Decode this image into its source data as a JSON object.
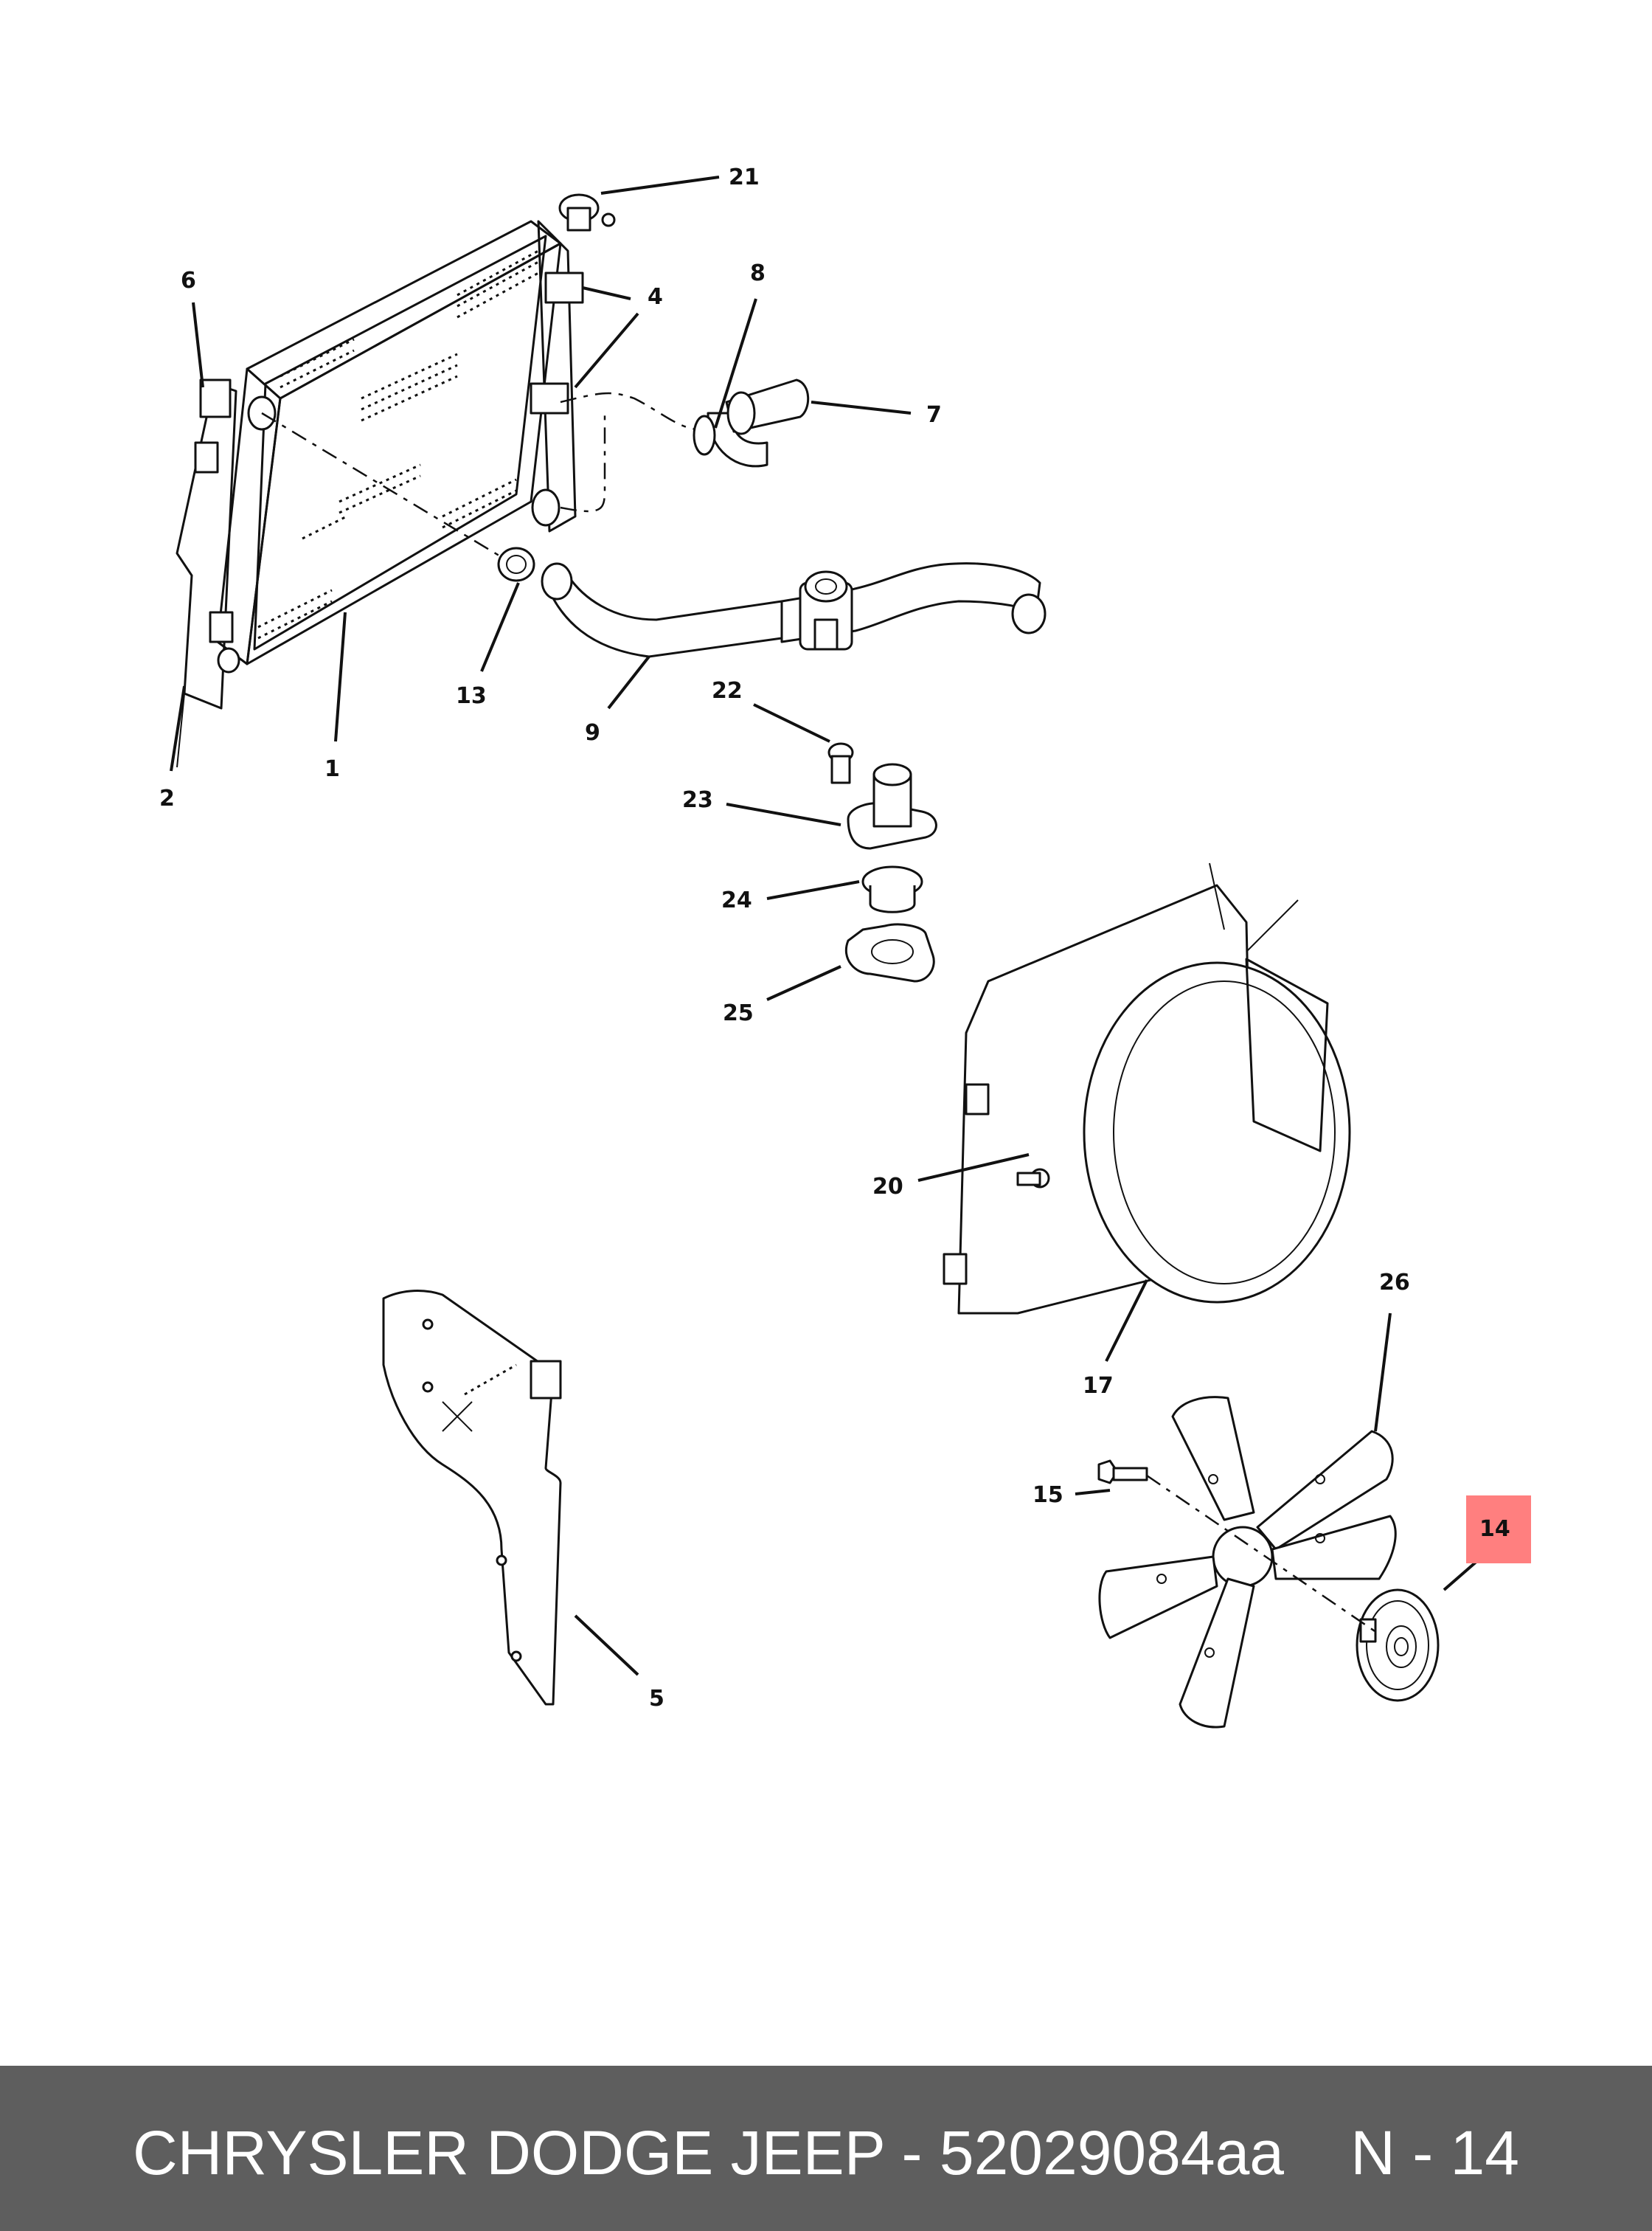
{
  "callouts": [
    "21",
    "6",
    "4",
    "8",
    "7",
    "13",
    "9",
    "1",
    "2",
    "22",
    "23",
    "24",
    "25",
    "20",
    "17",
    "26",
    "15",
    "14",
    "5"
  ],
  "highlight": {
    "label": "14",
    "color": "#ff7f7f"
  },
  "footer": {
    "title": "CHRYSLER DODGE JEEP - 52029084aa",
    "ref": "N - 14",
    "background": "#5e5e5e"
  }
}
